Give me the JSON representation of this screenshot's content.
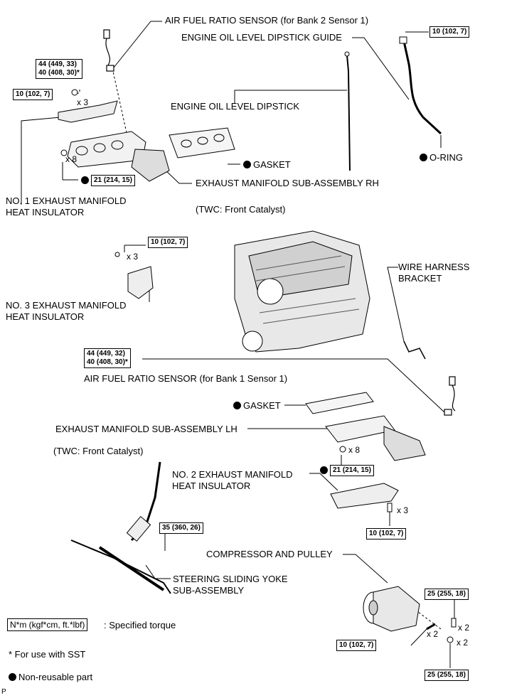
{
  "labels": {
    "af_sensor_bank2": "AIR FUEL RATIO SENSOR (for Bank 2 Sensor 1)",
    "dipstick_guide": "ENGINE OIL LEVEL DIPSTICK GUIDE",
    "dipstick": "ENGINE OIL LEVEL DIPSTICK",
    "gasket_rh": "GASKET",
    "o_ring": "O-RING",
    "manifold_rh": "EXHAUST MANIFOLD SUB-ASSEMBLY RH",
    "twc_front_rh": "(TWC: Front Catalyst)",
    "no1_insulator_line1": "NO. 1 EXHAUST MANIFOLD",
    "no1_insulator_line2": "HEAT INSULATOR",
    "wire_harness_line1": "WIRE HARNESS",
    "wire_harness_line2": "BRACKET",
    "no3_insulator_line1": "NO. 3 EXHAUST MANIFOLD",
    "no3_insulator_line2": "HEAT INSULATOR",
    "af_sensor_bank1": "AIR FUEL RATIO SENSOR (for Bank 1 Sensor 1)",
    "gasket_lh": "GASKET",
    "manifold_lh": "EXHAUST MANIFOLD SUB-ASSEMBLY LH",
    "twc_front_lh": "(TWC: Front Catalyst)",
    "no2_insulator_line1": "NO. 2 EXHAUST MANIFOLD",
    "no2_insulator_line2": "HEAT INSULATOR",
    "steering_yoke_line1": "STEERING SLIDING YOKE",
    "steering_yoke_line2": "SUB-ASSEMBLY",
    "compressor": "COMPRESSOR AND PULLEY"
  },
  "torques": {
    "af_bank2_line1": "44 (449, 33)",
    "af_bank2_line2": "40 (408, 30)*",
    "insulator1": "10 (102, 7)",
    "manifold_rh_nuts": "21 (214, 15)",
    "dipstick_guide": "10 (102, 7)",
    "insulator3": "10 (102, 7)",
    "af_bank1_line1": "44 (449, 32)",
    "af_bank1_line2": "40 (408, 30)*",
    "manifold_lh_nuts": "21 (214, 15)",
    "steering": "35 (360, 26)",
    "insulator2": "10 (102, 7)",
    "compressor_bolt_upper": "25 (255, 18)",
    "compressor_stud": "10 (102, 7)",
    "compressor_nut": "25 (255, 18)"
  },
  "quantities": {
    "insulator1": "x 3",
    "manifold_rh_nuts": "x 8",
    "insulator3": "x 3",
    "manifold_lh_nuts": "x 8",
    "insulator2": "x 3",
    "compressor_bolt": "x 2",
    "compressor_stud": "x 2",
    "compressor_nut": "x 2"
  },
  "legend": {
    "torque_unit": "N*m (kgf*cm, ft.*lbf)",
    "torque_desc": ": Specified torque",
    "sst_note": "* For use with SST",
    "non_reusable": "Non-reusable part"
  },
  "corner_mark": "P"
}
